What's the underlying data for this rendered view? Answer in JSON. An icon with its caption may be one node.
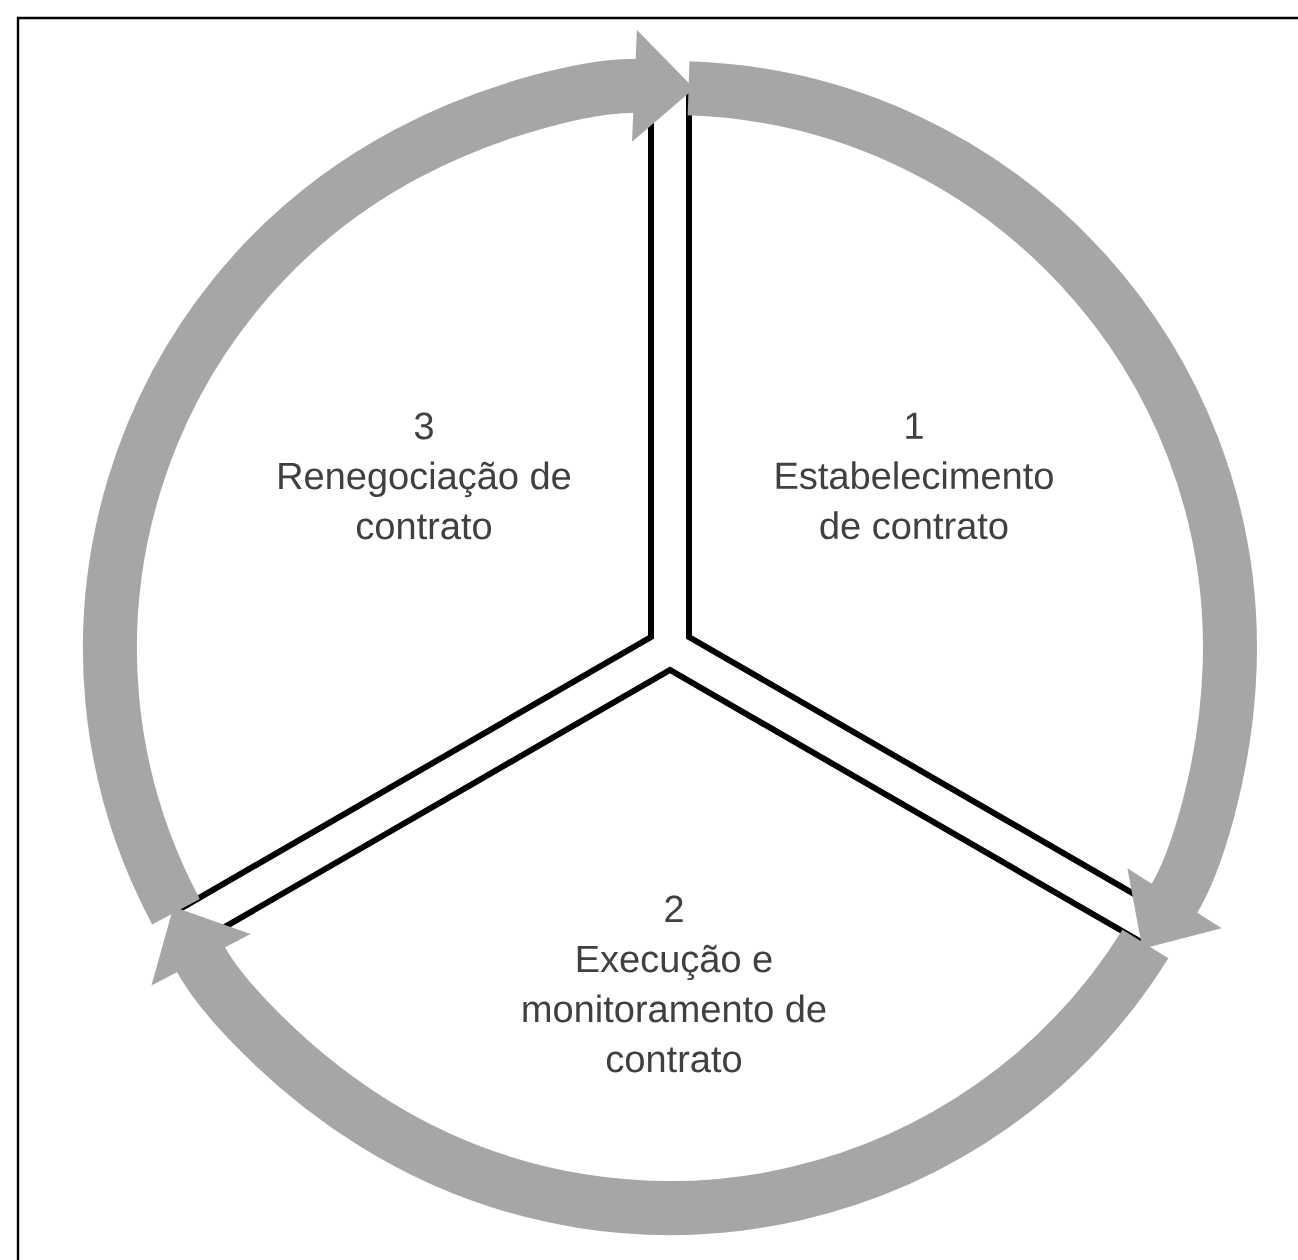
{
  "diagram": {
    "nodes": [
      {
        "text": [
          "1",
          "Estabelecimento de contrato"
        ]
      },
      {
        "text": [
          "2",
          "Execução e monitoramento de contrato"
        ]
      },
      {
        "text": [
          "3",
          "Renegociação de contrato"
        ]
      }
    ],
    "edges": [
      {
        "from": 0,
        "to": 1,
        "arrow": "to"
      },
      {
        "from": 1,
        "to": 2,
        "arrow": "to"
      },
      {
        "from": 2,
        "to": 0,
        "arrow": "to"
      }
    ]
  }
}
